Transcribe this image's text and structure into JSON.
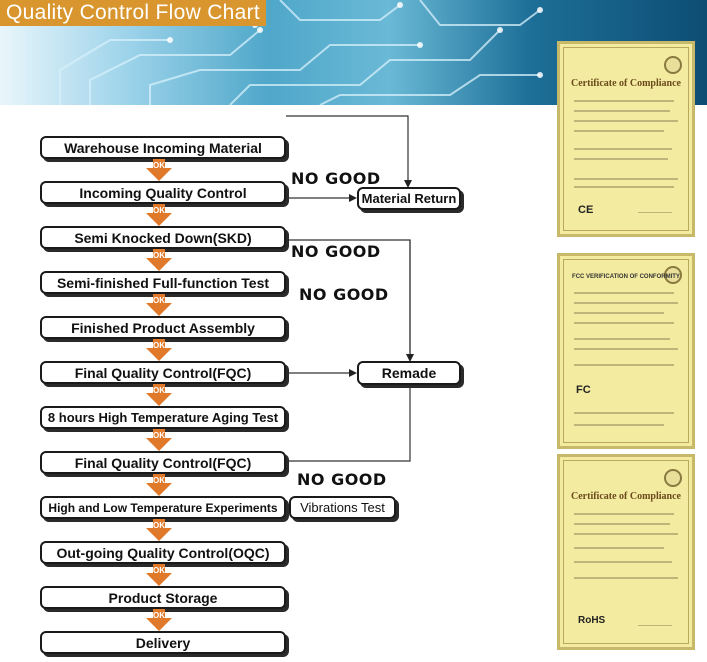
{
  "banner": {
    "title": "Quality Control Flow Chart"
  },
  "flow": {
    "ok_label": "OK",
    "steps": [
      "Warehouse Incoming Material",
      "Incoming Quality Control",
      "Semi Knocked Down(SKD)",
      "Semi-finished Full-function Test",
      "Finished Product Assembly",
      "Final Quality Control(FQC)",
      "8 hours High Temperature Aging Test",
      "Final Quality Control(FQC)",
      "High and Low Temperature Experiments",
      "Out-going Quality Control(OQC)",
      "Product Storage",
      "Delivery"
    ],
    "side_boxes": {
      "material_return": "Material Return",
      "remade": "Remade",
      "vibrations_test": "Vibrations Test"
    },
    "no_good_label": "NO GOOD"
  },
  "certificates": {
    "cert1_title": "Certificate of Compliance",
    "cert1_mark": "CE",
    "cert2_title": "FCC VERIFICATION OF CONFORMITY",
    "cert2_mark": "FC",
    "cert3_title": "Certificate of Compliance",
    "cert3_mark": "RoHS"
  },
  "colors": {
    "ok_arrow": "#e0792a",
    "banner_title_bg": "#d9962e",
    "certificate_paper": "#f3eba0"
  }
}
